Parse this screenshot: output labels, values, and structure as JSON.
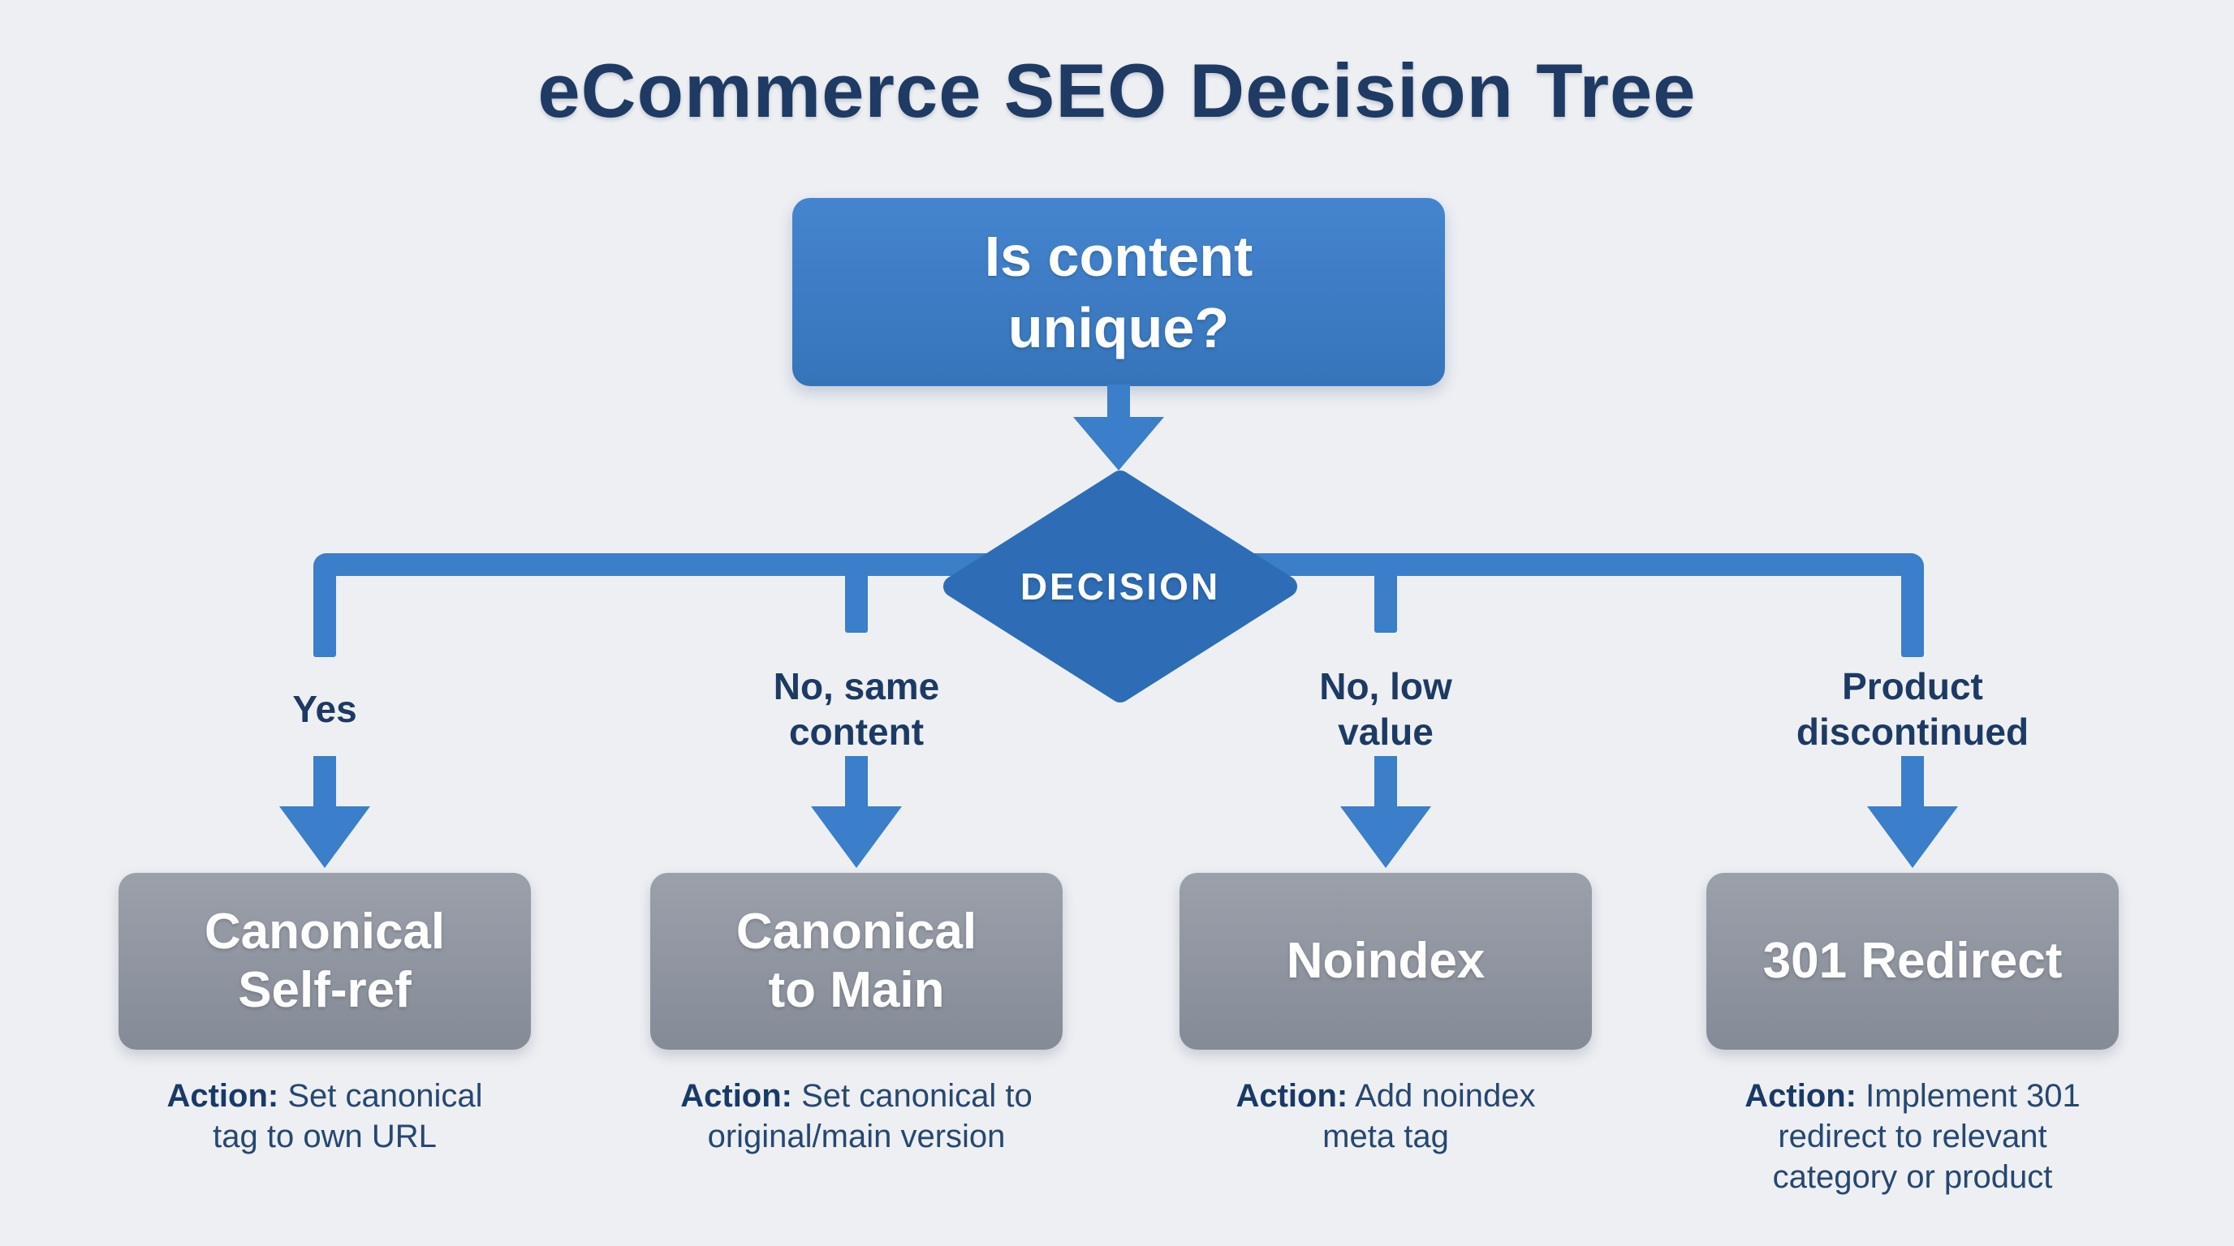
{
  "title": "eCommerce SEO Decision Tree",
  "root_question": {
    "label": "Is content\nunique?"
  },
  "decision_node": {
    "label": "DECISION"
  },
  "branches": [
    {
      "condition": "Yes",
      "outcome": "Canonical\nSelf-ref",
      "action_label": "Action:",
      "action_text": "Set canonical\ntag to own URL"
    },
    {
      "condition": "No, same\ncontent",
      "outcome": "Canonical\nto Main",
      "action_label": "Action:",
      "action_text": "Set canonical to\noriginal/main version"
    },
    {
      "condition": "No, low\nvalue",
      "outcome": "Noindex",
      "action_label": "Action:",
      "action_text": "Add noindex\nmeta tag"
    },
    {
      "condition": "Product\ndiscontinued",
      "outcome": "301 Redirect",
      "action_label": "Action:",
      "action_text": "Implement 301\nredirect to relevant\ncategory or product"
    }
  ],
  "colors": {
    "background": "#edeff3",
    "connector_blue": "#3b7ec9",
    "question_box_blue": "#3d7cc4",
    "decision_diamond_blue": "#2e6db6",
    "outcome_box_gray": "#8d939d",
    "text_navy": "#1f3a63",
    "text_white": "#ffffff"
  }
}
